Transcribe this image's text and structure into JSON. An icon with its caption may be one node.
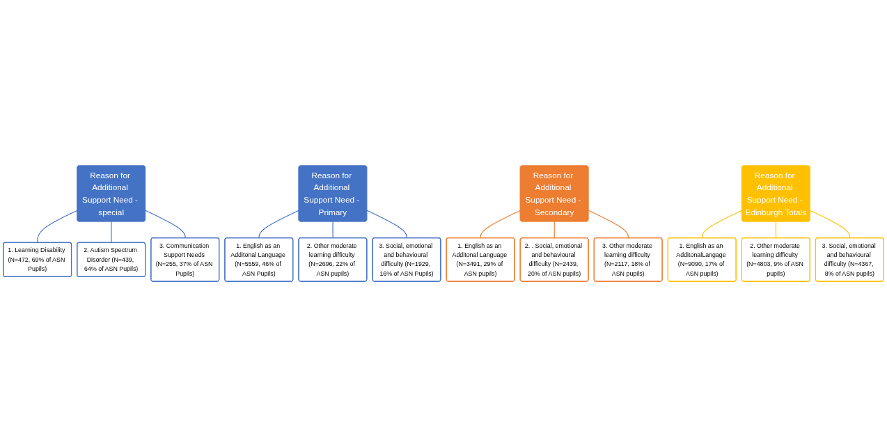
{
  "diagram": {
    "nodes": [
      {
        "text": [
          "Reason for Additional Support Need - special"
        ]
      },
      {
        "text": [
          "1. Learning Disability (N=472, 69% of ASN Pupils)"
        ]
      },
      {
        "text": [
          "2. Autism Spectrum Disorder (N=439, 64% of ASN Pupils)"
        ]
      },
      {
        "text": [
          "3. Communication Support Needs (N=255, 37% of ASN Pupils)"
        ]
      },
      {
        "text": [
          "Reason for Additional Support Need - Primary"
        ]
      },
      {
        "text": [
          "1. English as an Additonal Language (N=5559, 46% of ASN Pupils)"
        ]
      },
      {
        "text": [
          "2. Other moderate learning difficulty (N=2696, 22% of ASN pupils)"
        ]
      },
      {
        "text": [
          "3. Social, emotional and behavioural difficulty (N=1929, 16% of ASN Pupils)"
        ]
      },
      {
        "text": [
          "Reason for Additional Support Need - Secondary"
        ]
      },
      {
        "text": [
          "1. English as an Additonal Language (N=3491, 29% of ASN pupils)"
        ]
      },
      {
        "text": [
          "2. . Social, emotional and behavioural difficulty (N=2439, 20% of ASN pupils)"
        ]
      },
      {
        "text": [
          "3. Other moderate learning difficulty (N=2117, 18% of ASN pupils)"
        ]
      },
      {
        "text": [
          "Reason for Additional Support Need - Edinburgh Totals"
        ]
      },
      {
        "text": [
          "1. English as an AdditonalLangage (N=9090, 17% of ASN pupils)"
        ]
      },
      {
        "text": [
          "2. Other moderate learning difficulty (N=4803, 9% of ASN pupils)"
        ]
      },
      {
        "text": [
          "3. Social, emotional and behavioural difficulty (N=4367, 8% of ASN pupils)"
        ]
      }
    ],
    "edges": [
      {
        "from": 0,
        "to": 1,
        "arrow": "none"
      },
      {
        "from": 0,
        "to": 2,
        "arrow": "none"
      },
      {
        "from": 0,
        "to": 3,
        "arrow": "none"
      },
      {
        "from": 4,
        "to": 5,
        "arrow": "none"
      },
      {
        "from": 4,
        "to": 6,
        "arrow": "none"
      },
      {
        "from": 4,
        "to": 7,
        "arrow": "none"
      },
      {
        "from": 8,
        "to": 9,
        "arrow": "none",
        "color": "#ed7d31"
      },
      {
        "from": 8,
        "to": 10,
        "arrow": "none",
        "color": "#ed7d31"
      },
      {
        "from": 8,
        "to": 11,
        "arrow": "none",
        "color": "#ed7d31"
      },
      {
        "from": 12,
        "to": 13,
        "arrow": "none",
        "color": "#ffc000"
      },
      {
        "from": 12,
        "to": 14,
        "arrow": "none",
        "color": "#ffc000"
      },
      {
        "from": 12,
        "to": 15,
        "arrow": "none",
        "color": "#ffc000"
      }
    ]
  }
}
